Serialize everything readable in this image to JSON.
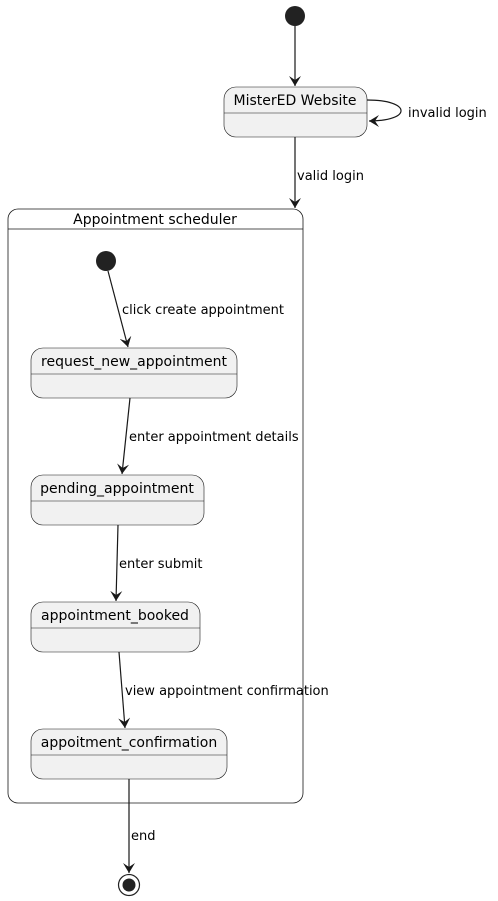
{
  "diagram": {
    "states": {
      "website": "MisterED Website",
      "scheduler": "Appointment scheduler",
      "request": "request_new_appointment",
      "pending": "pending_appointment",
      "booked": "appointment_booked",
      "confirmation": "appoitment_confirmation"
    },
    "transitions": {
      "invalid_login": "invalid login",
      "valid_login": "valid login",
      "click_create": "click create appointment",
      "enter_details": "enter appointment details",
      "enter_submit": "enter submit",
      "view_confirmation": "view appointment confirmation",
      "end": "end"
    }
  }
}
